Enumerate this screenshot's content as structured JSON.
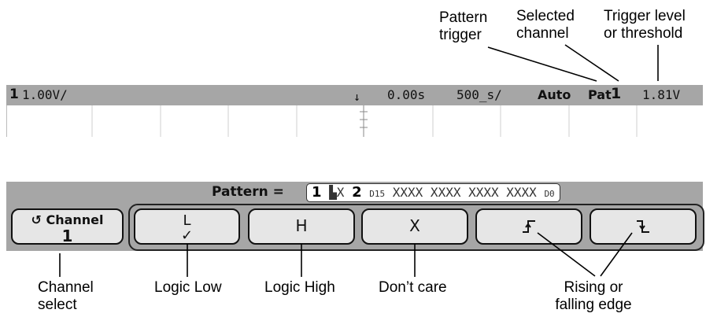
{
  "callouts": {
    "pattern_trigger": "Pattern\ntrigger",
    "selected_channel": "Selected\nchannel",
    "trigger_level": "Trigger level\nor threshold",
    "channel_select": "Channel\nselect",
    "logic_low": "Logic Low",
    "logic_high": "Logic High",
    "dont_care": "Don’t care",
    "rising_falling": "Rising or\nfalling edge"
  },
  "status_bar": {
    "channel": "1",
    "scale": "1.00V/",
    "time": "0.00s",
    "timebase": "500̲s/",
    "mode": "Auto",
    "trigger_type": "Pat",
    "trigger_channel": "1",
    "trigger_level": "1.81V"
  },
  "pattern_bar": {
    "label": "Pattern  =",
    "ch1": "1",
    "ch1_state": "▙X",
    "ch2": "2",
    "digital_high": "D15",
    "digital_groups": "XXXX  XXXX  XXXX  XXXX",
    "digital_low": "D0"
  },
  "softkeys": {
    "channel": {
      "icon": "↺",
      "label": "Channel",
      "value": "1"
    },
    "low": {
      "label": "L",
      "mark": "✓"
    },
    "high": {
      "label": "H"
    },
    "dont_care": {
      "label": "X"
    },
    "rising": {
      "label": "⸗"
    },
    "falling": {
      "label": "⸗"
    }
  }
}
